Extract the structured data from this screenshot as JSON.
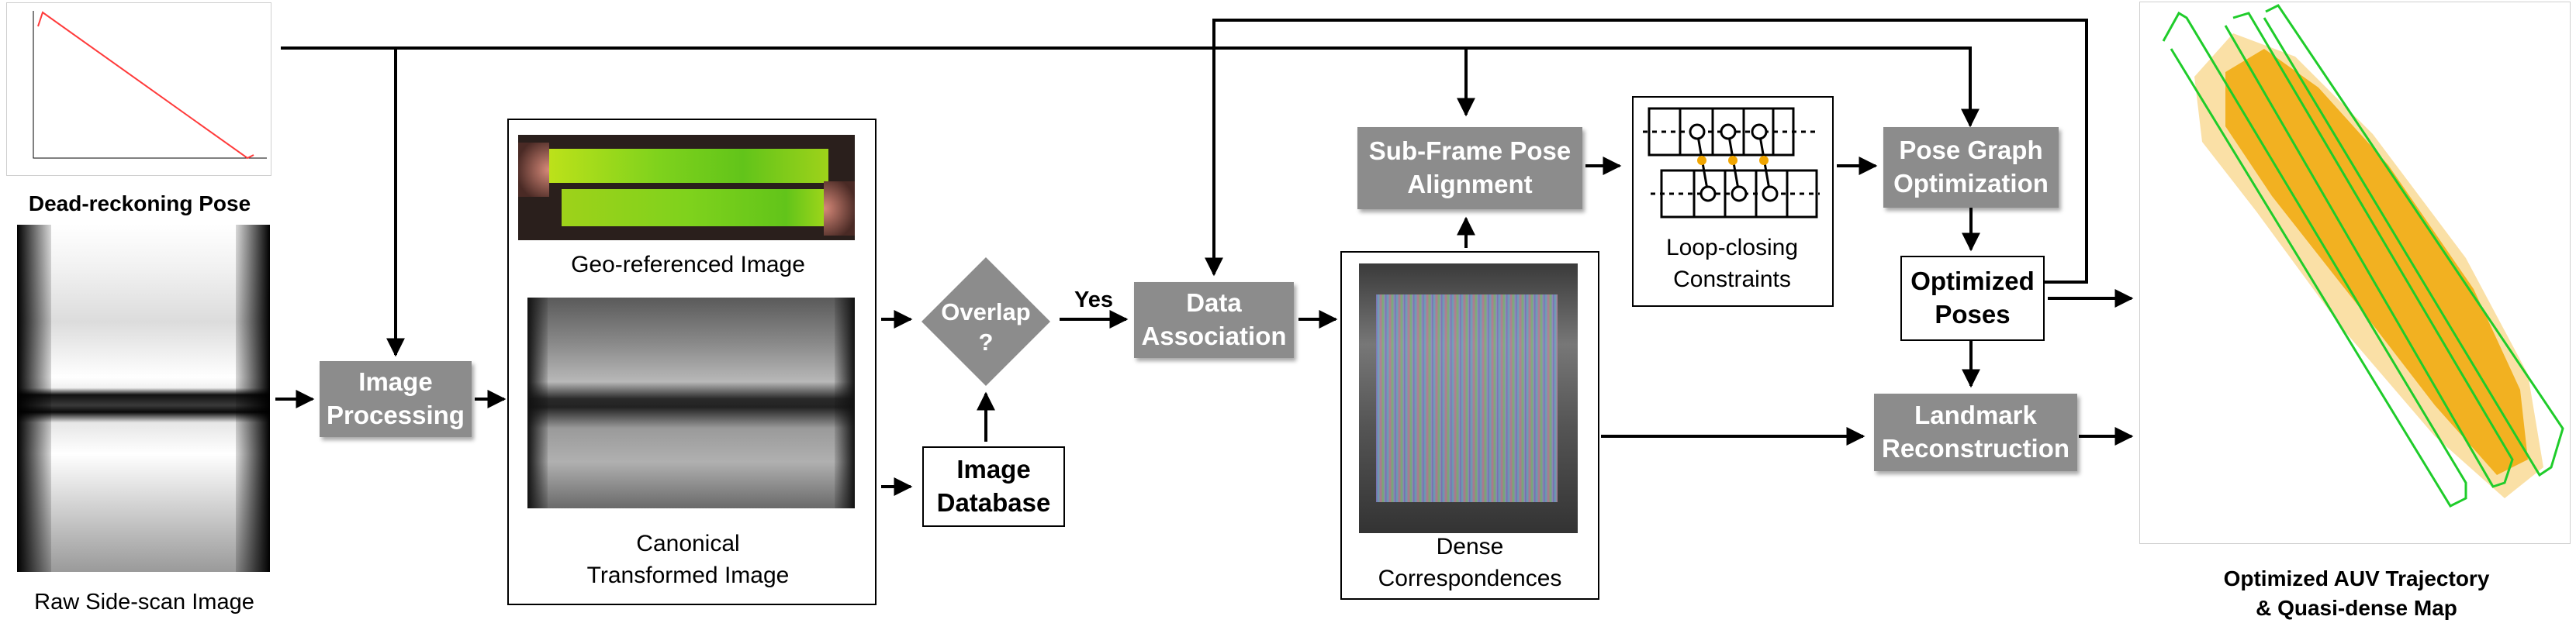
{
  "inputs": {
    "dead_reckoning_label": "Dead-reckoning Pose",
    "raw_sidescan_label": "Raw Side-scan Image"
  },
  "processing": {
    "image_processing": "Image\nProcessing",
    "geo_referenced_label": "Geo-referenced Image",
    "canonical_label": "Canonical\nTransformed Image"
  },
  "matching": {
    "overlap_question": "Overlap\n?",
    "yes_label": "Yes",
    "image_database": "Image\nDatabase",
    "data_association": "Data\nAssociation",
    "dense_label": "Dense\nCorrespondences"
  },
  "optimization": {
    "subframe_alignment": "Sub-Frame Pose\nAlignment",
    "loop_closing_label": "Loop-closing\nConstraints",
    "pose_graph": "Pose Graph\nOptimization",
    "optimized_poses": "Optimized\nPoses",
    "landmark_reconstruction": "Landmark\nReconstruction"
  },
  "output": {
    "result_label": "Optimized AUV Trajectory\n& Quasi-dense Map"
  },
  "colors": {
    "process_box": "#8c8c8c",
    "landmark_point": "#f0a500",
    "trajectory": "#1fcc2a",
    "dead_reckoning_line": "#ff3b3b",
    "geo_image": "#7fd21c"
  }
}
